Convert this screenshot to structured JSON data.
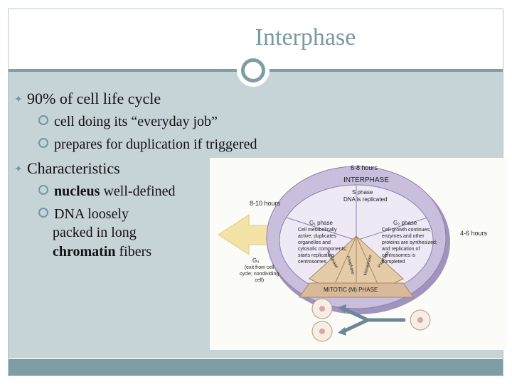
{
  "slide": {
    "title": "Interphase",
    "bullets": [
      {
        "text": "90% of cell life cycle",
        "level": 1
      },
      {
        "text": "cell doing its “everyday job”",
        "level": 2
      },
      {
        "text": "prepares for duplication if triggered",
        "level": 2
      },
      {
        "text": "Characteristics",
        "level": 1
      },
      {
        "bold": "nucleus",
        "text": " well-defined",
        "level": 2
      },
      {
        "text": "DNA loosely",
        "level": 2
      },
      {
        "text": "packed in long",
        "level": 2
      },
      {
        "bold": "chromatin",
        "text": " fibers",
        "level": 2
      }
    ]
  },
  "diagram": {
    "time_top": "6-8 hours",
    "interphase": "INTERPHASE",
    "s_phase": "S phase",
    "s_desc": "DNA is replicated",
    "time_left": "8-10 hours",
    "time_right": "4-6 hours",
    "g1_title": "G₁ phase",
    "g1_desc": [
      "Cell metabolically",
      "active; duplicates",
      "organelles and",
      "cytosolic components;",
      "starts replicating",
      "centrosomes"
    ],
    "g2_title": "G₂ phase",
    "g2_desc": [
      "Cell growth continues;",
      "enzymes and other",
      "proteins are synthesized;",
      "and replication of",
      "centrosomes is",
      "completed"
    ],
    "g0_title": "G₀",
    "g0_desc": [
      "(exit from cell",
      "cycle; nondividing",
      "cell)"
    ],
    "mitotic": "MITOTIC (M) PHASE",
    "phases": [
      "Telophase",
      "Anaphase",
      "Metaphase",
      "Prophase"
    ]
  },
  "colors": {
    "accent": "#7e9ea6",
    "content_bg": "#c6d3d7",
    "title": "#7b99a0",
    "wheel": "#c9bedc",
    "mitotic": "#d8b99a",
    "arrow": "#f3e3a6"
  }
}
